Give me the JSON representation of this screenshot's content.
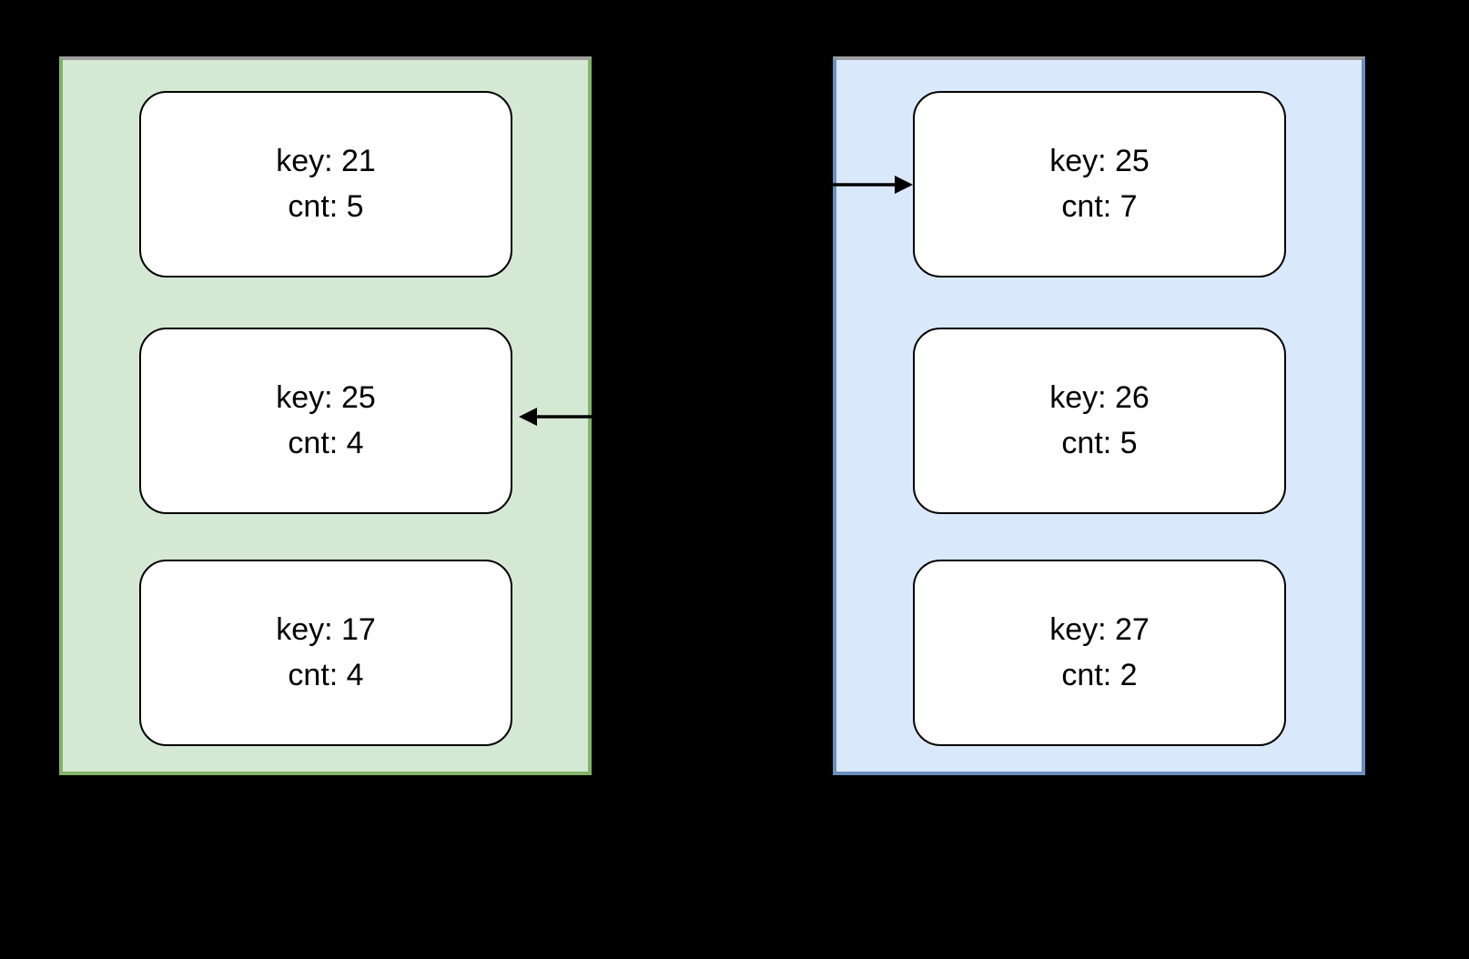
{
  "diagram": {
    "background": "#000000",
    "panels": [
      {
        "name": "green-bucket",
        "fill": "#d5e8d4",
        "border": "#82b366",
        "nodes": [
          {
            "key": "key: 21",
            "cnt": "cnt: 5"
          },
          {
            "key": "key: 25",
            "cnt": "cnt: 4"
          },
          {
            "key": "key: 17",
            "cnt": "cnt: 4"
          }
        ]
      },
      {
        "name": "blue-bucket",
        "fill": "#dae8fc",
        "border": "#6c8ebf",
        "nodes": [
          {
            "key": "key: 25",
            "cnt": "cnt: 7"
          },
          {
            "key": "key: 26",
            "cnt": "cnt: 5"
          },
          {
            "key": "key: 27",
            "cnt": "cnt: 2"
          }
        ]
      }
    ],
    "arrows": [
      {
        "name": "arrow-into-green-middle-node",
        "direction": "left",
        "target_key": "key: 25",
        "target_cnt": "cnt: 4",
        "color": "#000000"
      },
      {
        "name": "arrow-into-blue-top-node",
        "direction": "right",
        "target_key": "key: 25",
        "target_cnt": "cnt: 7",
        "color": "#000000"
      }
    ]
  }
}
